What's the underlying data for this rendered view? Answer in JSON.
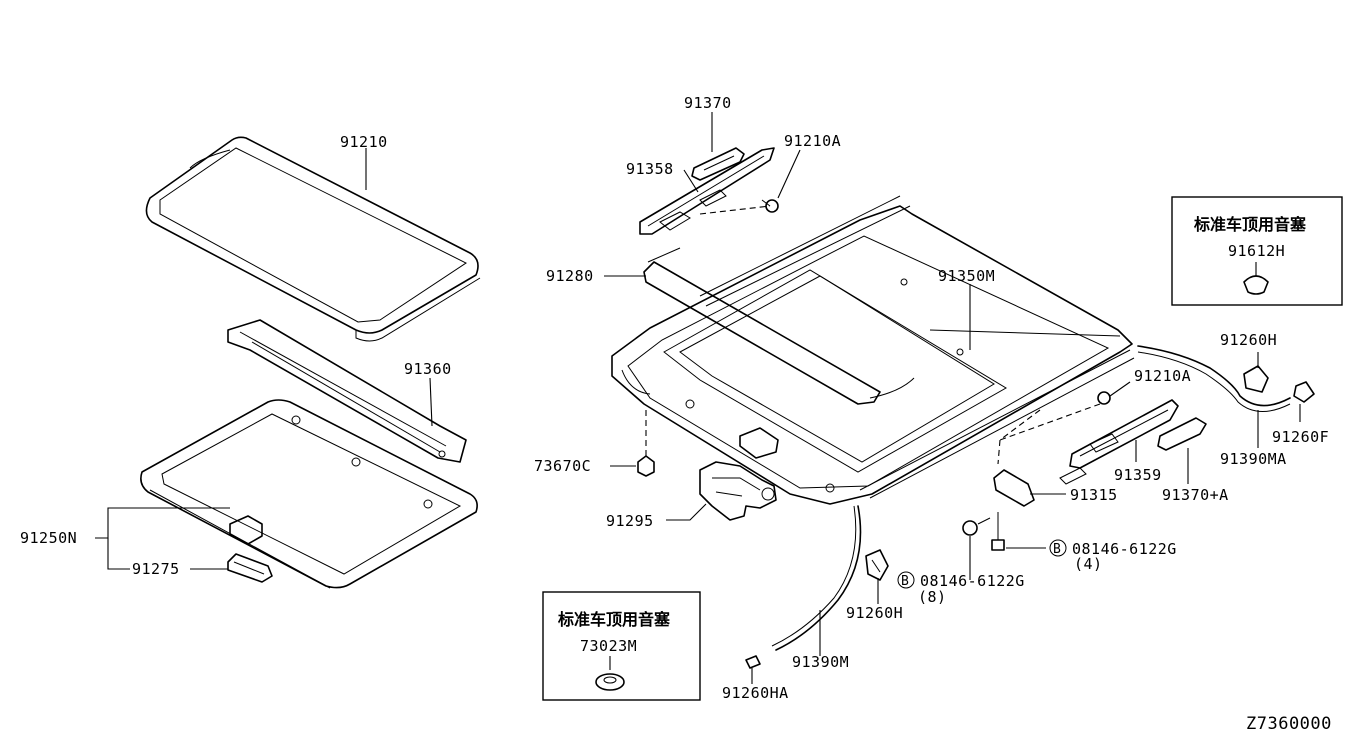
{
  "labels": {
    "p91210": "91210",
    "p91360": "91360",
    "p91250N": "91250N",
    "p91275": "91275",
    "p91370": "91370",
    "p91358": "91358",
    "p91210A_top": "91210A",
    "p91280": "91280",
    "p91350M": "91350M",
    "p73670C": "73670C",
    "p91295": "91295",
    "p91390M": "91390M",
    "p91260HA": "91260HA",
    "p91260H_mid": "91260H",
    "bolt_8_code": "08146-6122G",
    "bolt_8_qty": "(8)",
    "bolt_4_code": "08146-6122G",
    "bolt_4_qty": "(4)",
    "bolt_symbol": "B",
    "p91315": "91315",
    "p91359": "91359",
    "p91370A": "91370+A",
    "p91210A_right": "91210A",
    "p91260H_right": "91260H",
    "p91260F": "91260F",
    "p91390MA": "91390MA",
    "diagram_id": "Z7360000"
  },
  "notes": {
    "box_right_title": "标准车顶用音塞",
    "box_right_part": "91612H",
    "box_left_title": "标准车顶用音塞",
    "box_left_part": "73023M"
  }
}
